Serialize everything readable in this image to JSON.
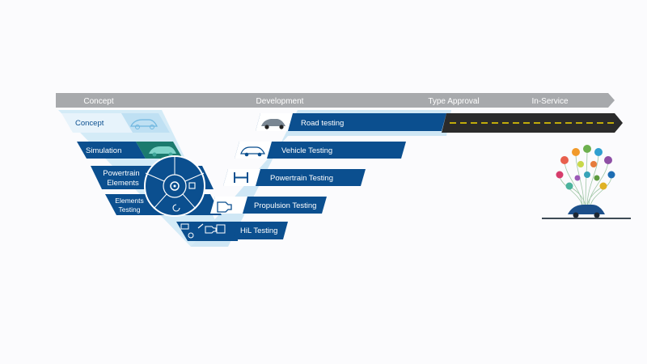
{
  "phases": [
    "Concept",
    "Development",
    "Type Approval",
    "In-Service"
  ],
  "left_steps": {
    "concept": "Concept",
    "simulation": "Simulation",
    "powertrain_elements_1": "Powertrain",
    "powertrain_elements_2": "Elements",
    "elements_testing_1": "Elements",
    "elements_testing_2": "Testing"
  },
  "right_steps": {
    "road_testing": "Road testing",
    "vehicle_testing": "Vehicle Testing",
    "powertrain_testing": "Powertrain Testing",
    "propulsion_testing": "Propulsion Testing",
    "hil_testing": "HiL Testing"
  },
  "colors": {
    "phase_bar": "#a7a9ac",
    "dark_blue": "#0b4f8f",
    "light_blue": "#b9dcf1",
    "road": "#2b2b2b",
    "road_line": "#f2d600",
    "ground": "#3d4a55"
  },
  "icons": [
    "car-sketch-icon",
    "car-3d-model-icon",
    "battery-icon",
    "engine-icon",
    "gear-icon",
    "chip-icon",
    "fuel-icon",
    "road-car-icon",
    "vehicle-icon",
    "axle-icon",
    "engine-test-icon",
    "idea-tree-icon"
  ]
}
